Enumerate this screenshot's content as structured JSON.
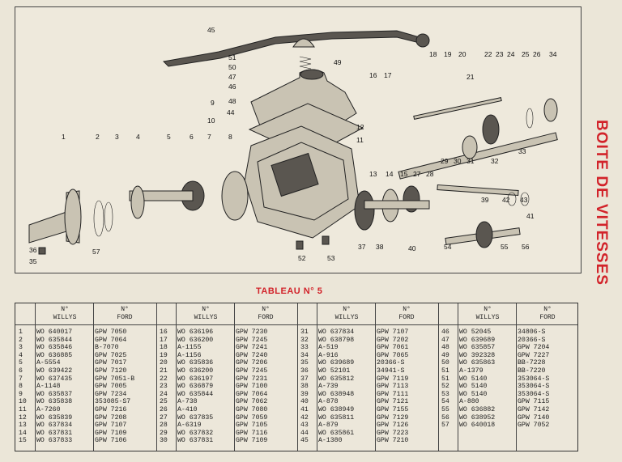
{
  "side_title": "BOITE DE VITESSES",
  "table_title": "TABLEAU N° 5",
  "headers": {
    "no": "N°",
    "willys": "WILLYS",
    "ford": "FORD"
  },
  "callouts": [
    "1",
    "2",
    "3",
    "4",
    "5",
    "6",
    "7",
    "8",
    "9",
    "10",
    "11",
    "12",
    "13",
    "14",
    "15",
    "16",
    "17",
    "18",
    "19",
    "20",
    "21",
    "22",
    "23",
    "24",
    "25",
    "26",
    "27",
    "28",
    "29",
    "30",
    "31",
    "32",
    "33",
    "34",
    "35",
    "36",
    "37",
    "38",
    "39",
    "40",
    "41",
    "42",
    "43",
    "44",
    "45",
    "46",
    "47",
    "48",
    "49",
    "50",
    "51",
    "52",
    "53",
    "54",
    "55",
    "56",
    "57"
  ],
  "rows": [
    [
      "1",
      "WO 640017",
      "GPW 7050",
      "16",
      "WO 636196",
      "GPW 7230",
      "31",
      "WO 637834",
      "GPW 7107",
      "46",
      "WO 52045",
      "34806-S"
    ],
    [
      "2",
      "WO 635844",
      "GPW 7064",
      "17",
      "WO 636200",
      "GPW 7245",
      "32",
      "WO 638798",
      "GPW 7202",
      "47",
      "WO 639689",
      "20366-S"
    ],
    [
      "3",
      "WO 635846",
      "B-7070",
      "18",
      "A-1155",
      "GPW 7241",
      "33",
      "A-519",
      "GPW 7061",
      "48",
      "WO 635857",
      "GPW 7204"
    ],
    [
      "4",
      "WO 636885",
      "GPW 7025",
      "19",
      "A-1156",
      "GPW 7240",
      "34",
      "A-916",
      "GPW 7065",
      "49",
      "WO 392328",
      "GPW 7227"
    ],
    [
      "5",
      "A-5554",
      "GPW 7017",
      "20",
      "WO 635836",
      "GPW 7206",
      "35",
      "WO 639689",
      "20366-S",
      "50",
      "WO 635863",
      "BB-7228"
    ],
    [
      "6",
      "WO 639422",
      "GPW 7120",
      "21",
      "WO 636200",
      "GPW 7245",
      "36",
      "WO 52101",
      "34941-S",
      "51",
      "A-1379",
      "BB-7220"
    ],
    [
      "7",
      "WO 637435",
      "GPW 7051-B",
      "22",
      "WO 636197",
      "GPW 7231",
      "37",
      "WO 635812",
      "GPW 7119",
      "51",
      "WO 5140",
      "353064-S"
    ],
    [
      "8",
      "A-1148",
      "GPW 7005",
      "23",
      "WO 636879",
      "GPW 7100",
      "38",
      "A-739",
      "GPW 7113",
      "52",
      "WO 5140",
      "353064-S"
    ],
    [
      "9",
      "WO 635837",
      "GPW 7234",
      "24",
      "WO 635844",
      "GPW 7064",
      "39",
      "WO 638948",
      "GPW 7111",
      "53",
      "WO 5140",
      "353064-S"
    ],
    [
      "10",
      "WO 635838",
      "353085-S7",
      "25",
      "A-738",
      "GPW 7062",
      "40",
      "A-878",
      "GPW 7121",
      "54",
      "A-880",
      "GPW 7115"
    ],
    [
      "11",
      "A-7260",
      "GPW 7216",
      "26",
      "A-410",
      "GPW 7080",
      "41",
      "WO 638949",
      "GPW 7155",
      "55",
      "WO 636882",
      "GPW 7142"
    ],
    [
      "12",
      "WO 635839",
      "GPW 7208",
      "27",
      "WO 637835",
      "GPW 7059",
      "42",
      "WO 635811",
      "GPW 7129",
      "56",
      "WO 638952",
      "GPW 7140"
    ],
    [
      "13",
      "WO 637834",
      "GPW 7107",
      "28",
      "A-6319",
      "GPW 7105",
      "43",
      "A-879",
      "GPW 7126",
      "57",
      "WO 640018",
      "GPW 7052"
    ],
    [
      "14",
      "WO 637831",
      "GPW 7109",
      "29",
      "WO 637832",
      "GPW 7116",
      "44",
      "WO 635861",
      "GPW 7223",
      "",
      "",
      ""
    ],
    [
      "15",
      "WO 637833",
      "GPW 7106",
      "30",
      "WO 637831",
      "GPW 7109",
      "45",
      "A-1380",
      "GPW 7210",
      "",
      "",
      ""
    ]
  ]
}
